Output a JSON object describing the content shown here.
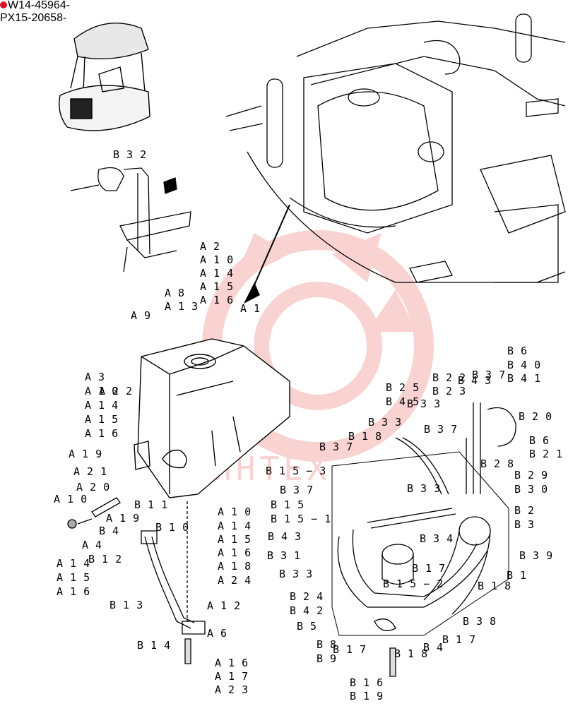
{
  "header": {
    "line1": "W14-45964-",
    "line2": "PX15-20658-"
  },
  "watermark": {
    "text": "ИНТЕХ",
    "color": "#f4a0a0"
  },
  "callouts": [
    "B 3 2",
    "A 2",
    "A 1 0",
    "A 1 4",
    "A 1 5",
    "A 1 6",
    "A 8",
    "A 1 3",
    "A 1",
    "A 9",
    "A 3",
    "A 1 0",
    "A 2 2",
    "A 1 4",
    "A 1 5",
    "A 1 6",
    "A 1 9",
    "A 2 1",
    "A 2 0",
    "A 1 0",
    "A 4",
    "B 1 1",
    "A 1 9",
    "B 4",
    "B 1 0",
    "B 1 2",
    "A 1 4",
    "A 1 5",
    "A 1 6",
    "A 1 0",
    "A 1 4",
    "A 1 5",
    "A 1 6",
    "A 1 8",
    "A 2 4",
    "B 1 3",
    "A 1 2",
    "B 1 4",
    "A 6",
    "A 1 6",
    "A 1 7",
    "A 2 3",
    "B 6",
    "B 4 0",
    "B 4 1",
    "B 2 5",
    "B 4 5",
    "B 2 2",
    "B 2 3",
    "B 4 3",
    "B 3 7",
    "B 3 3",
    "B 2 0",
    "B 6",
    "B 2 1",
    "B 3 3",
    "B 3 7",
    "B 1 8",
    "B 3 7",
    "B 2 8",
    "B 1 5 − 3",
    "B 2 9",
    "B 3 3",
    "B 3 0",
    "B 3 7",
    "B 1 5",
    "B 1 5 − 1",
    "B 2",
    "B 3",
    "B 4 3",
    "B 3 4",
    "B 3 1",
    "B 3 9",
    "B 1 7",
    "B 3 3",
    "B 1 5 − 2",
    "B 1",
    "B 1 8",
    "B 2 4",
    "B 4 2",
    "B 5",
    "B 3 8",
    "B 8",
    "B 9",
    "B 1 7",
    "B 1 8",
    "B 4",
    "B 1 7",
    "B 1 6",
    "B 1 9"
  ]
}
